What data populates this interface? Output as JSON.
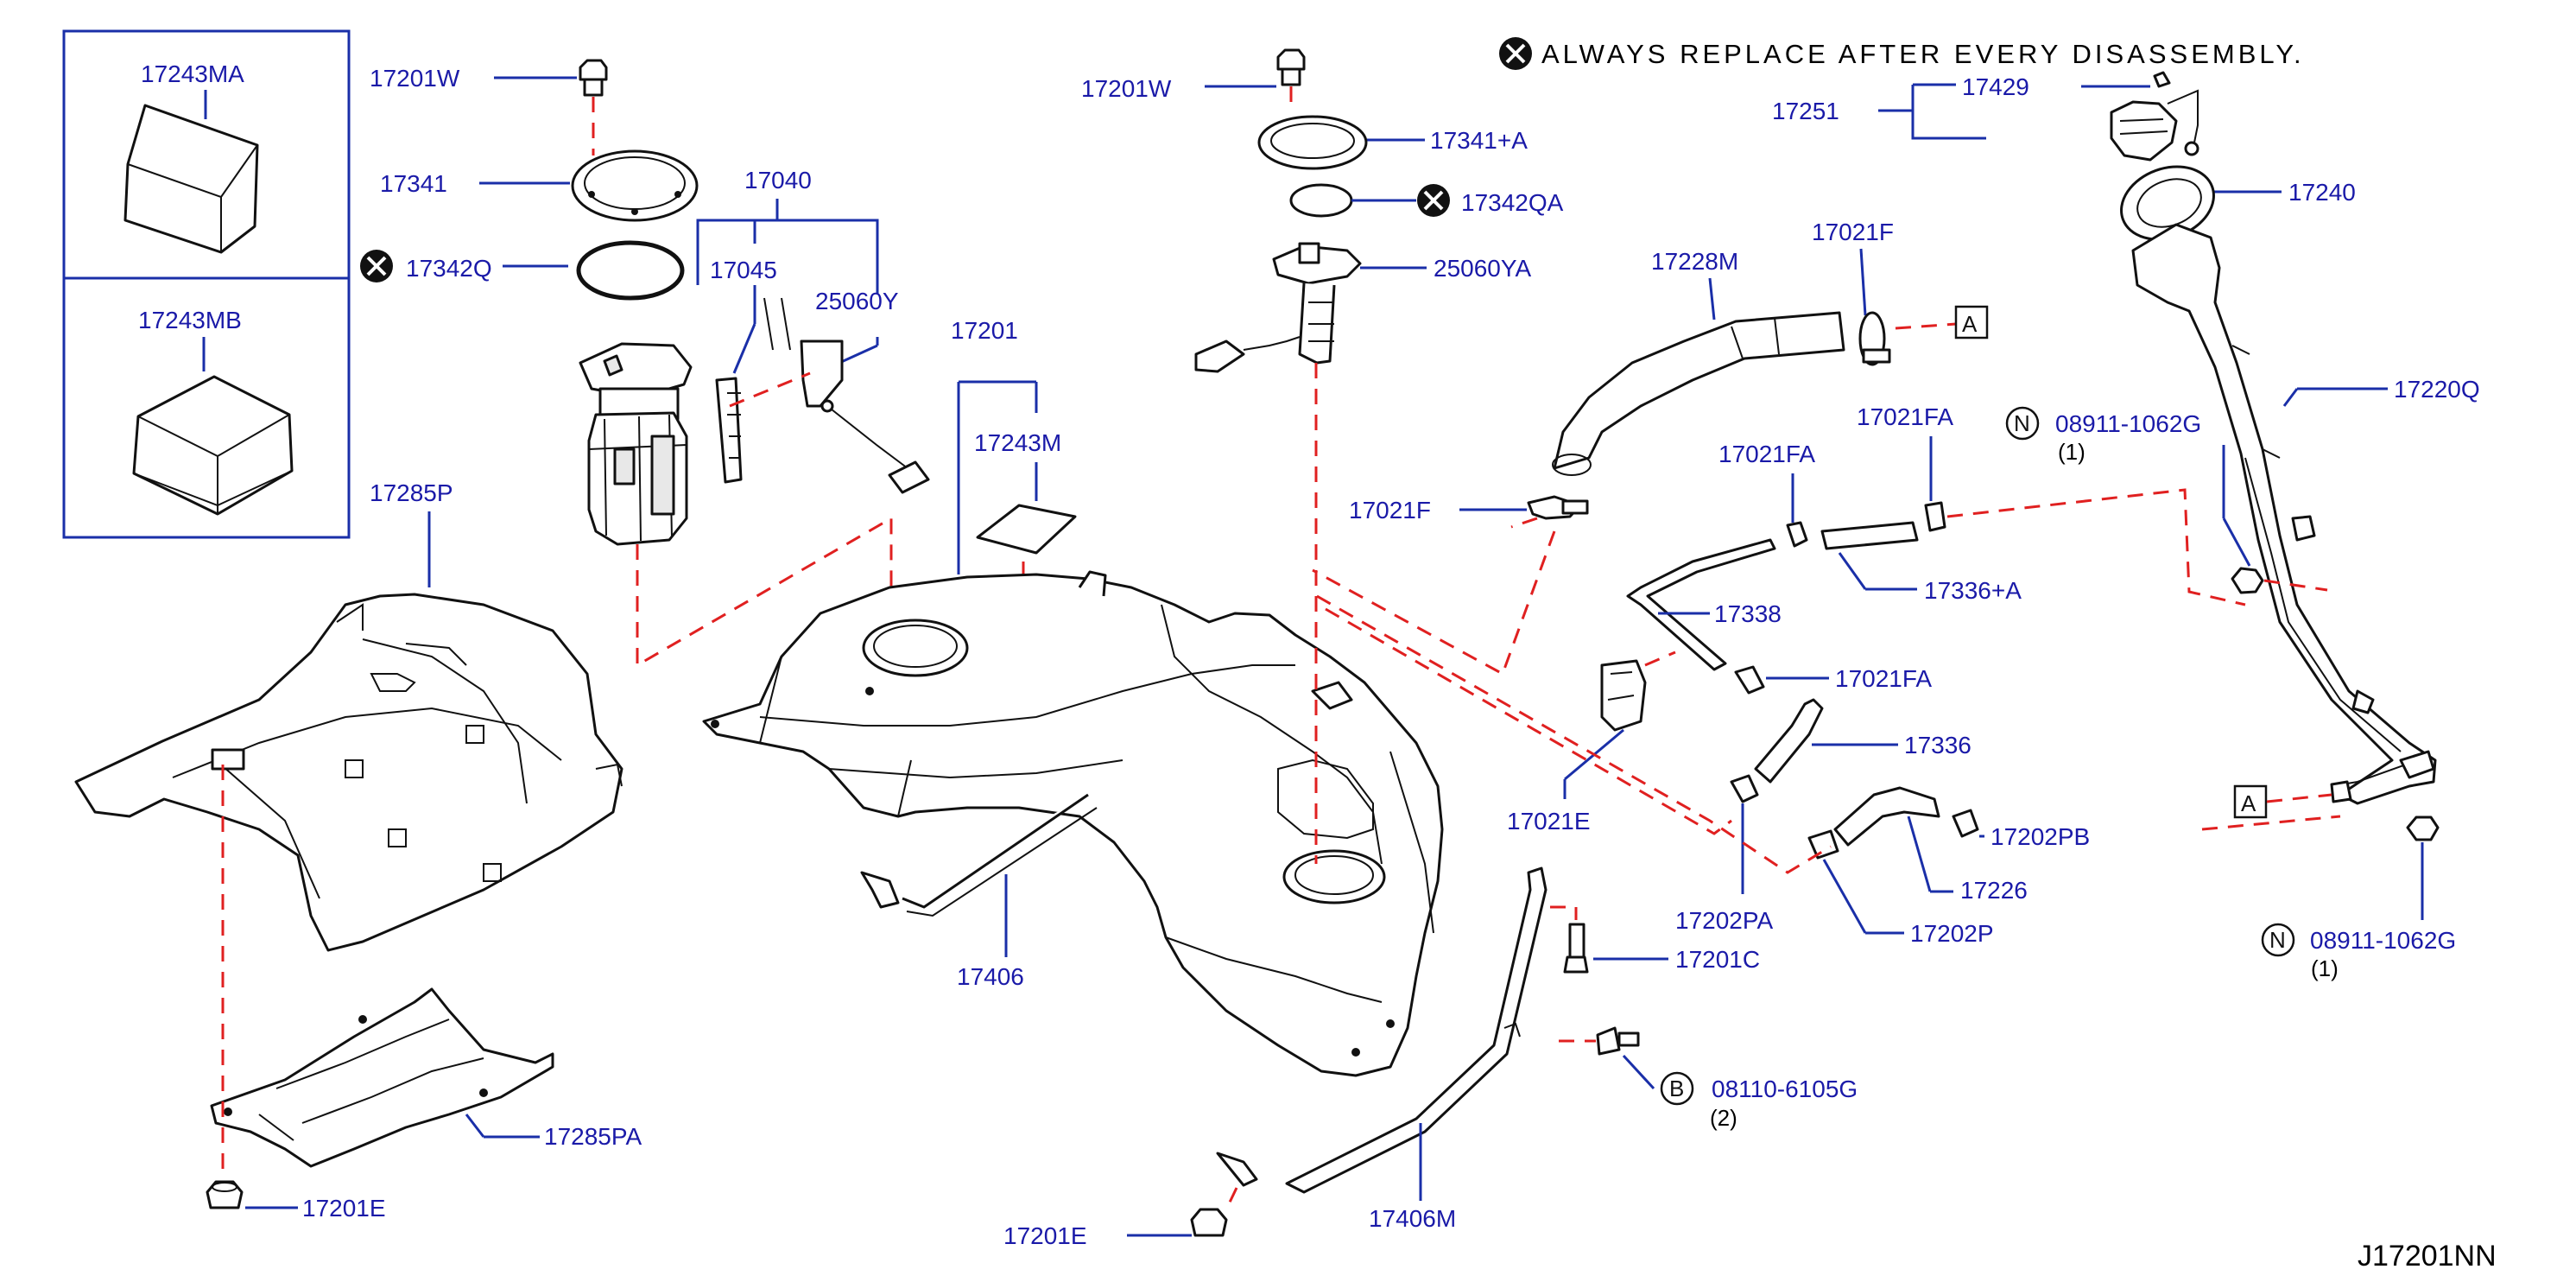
{
  "note": "ALWAYS REPLACE AFTER EVERY DISASSEMBLY.",
  "diagram_code": "J17201NN",
  "callouts": {
    "17243MA": "17243MA",
    "17243MB": "17243MB",
    "17201W_left": "17201W",
    "17341": "17341",
    "17342Q": "17342Q",
    "17040": "17040",
    "17045": "17045",
    "25060Y": "25060Y",
    "17285P": "17285P",
    "17285PA": "17285PA",
    "17201E_left": "17201E",
    "17201": "17201",
    "17243M": "17243M",
    "17406": "17406",
    "17201W_mid": "17201W",
    "17341A": "17341+A",
    "17342QA": "17342QA",
    "25060YA": "25060YA",
    "17228M": "17228M",
    "17021F_top": "17021F",
    "17021F_mid": "17021F",
    "17021FA_1": "17021FA",
    "17021FA_2": "17021FA",
    "17021FA_3": "17021FA",
    "17338": "17338",
    "17336A": "17336+A",
    "17336": "17336",
    "17021E": "17021E",
    "17202PA": "17202PA",
    "17202P": "17202P",
    "17226": "17226",
    "17202PB": "17202PB",
    "17201C": "17201C",
    "08110": "08110-6105G",
    "08110_qty": "(2)",
    "17406M": "17406M",
    "17201E_bottom": "17201E",
    "17251": "17251",
    "17429": "17429",
    "17240": "17240",
    "17220Q": "17220Q",
    "08911_top": "08911-1062G",
    "08911_top_qty": "(1)",
    "08911_bottom": "08911-1062G",
    "08911_bottom_qty": "(1)"
  },
  "symbols": {
    "ref_A": "A",
    "nut_N": "N",
    "bolt_B": "B"
  },
  "colors": {
    "callout_text": "#1a1aa8",
    "leader": "#1a2fa8",
    "ref_line": "#e02020"
  }
}
